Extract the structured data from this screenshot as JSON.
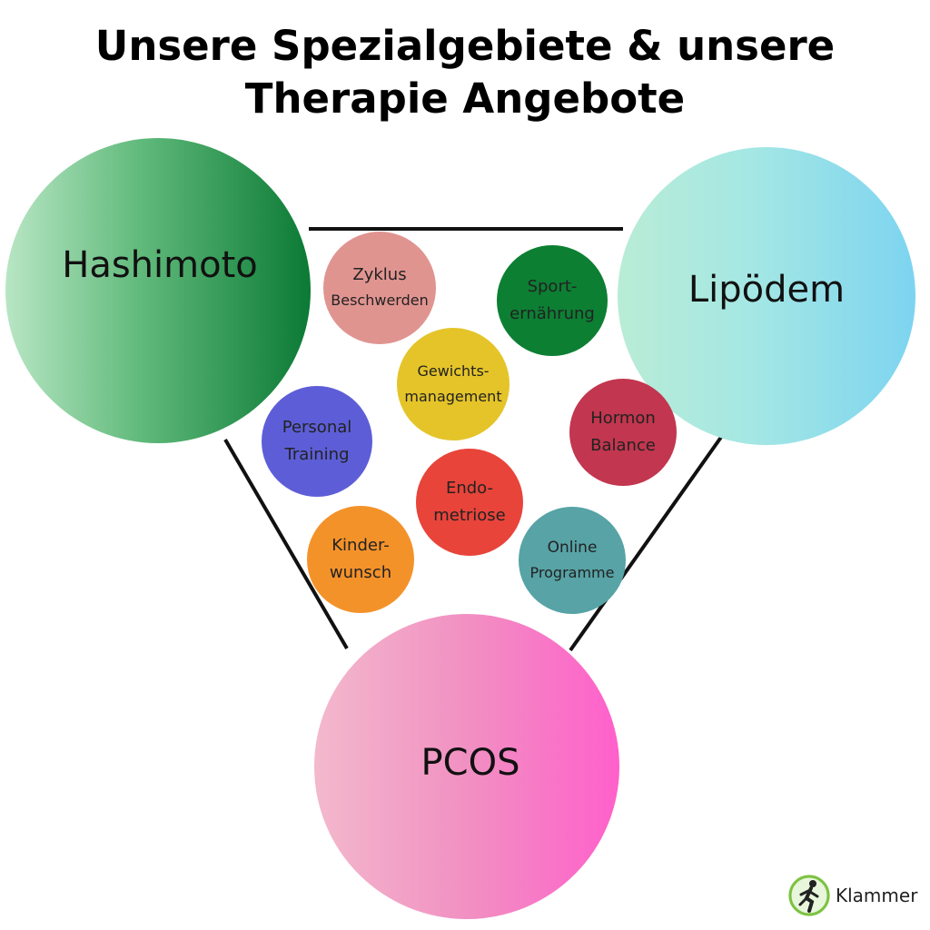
{
  "title": {
    "line1": "Unsere Spezialgebiete & unsere",
    "line2": "Therapie Angebote"
  },
  "main_topics": {
    "hashimoto": "Hashimoto",
    "lipodem": "Lipödem",
    "pcos": "PCOS"
  },
  "offers": {
    "zyklus": {
      "line1": "Zyklus",
      "line2": "Beschwerden",
      "color": "#e09490"
    },
    "sport": {
      "line1": "Sport-",
      "line2": "ernährung",
      "color": "#0c7f33"
    },
    "gewicht": {
      "line1": "Gewichts-",
      "line2": "management",
      "color": "#e4c429"
    },
    "personal": {
      "line1": "Personal",
      "line2": "Training",
      "color": "#5d5ed7"
    },
    "hormon": {
      "line1": "Hormon",
      "line2": "Balance",
      "color": "#c2364f"
    },
    "endo": {
      "line1": "Endo-",
      "line2": "metriose",
      "color": "#e8443a"
    },
    "kinder": {
      "line1": "Kinder-",
      "line2": "wunsch",
      "color": "#f4922a"
    },
    "online": {
      "line1": "Online",
      "line2": "Programme",
      "color": "#57a3a6"
    }
  },
  "logo": {
    "text": "Klammer"
  }
}
